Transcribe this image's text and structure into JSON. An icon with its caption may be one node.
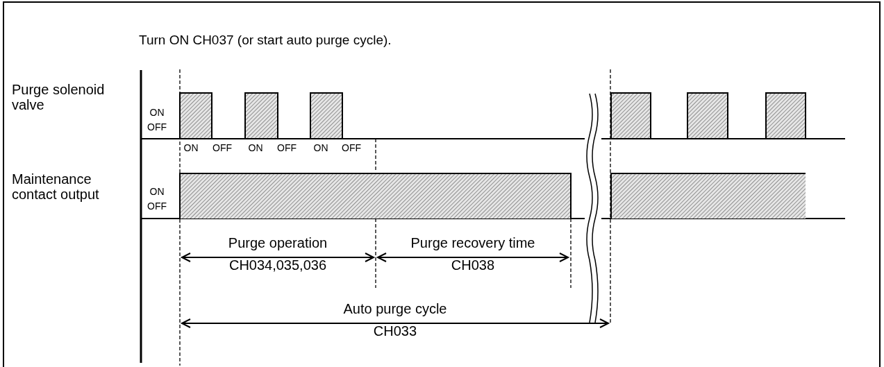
{
  "diagram": {
    "labels": [
      "Turn ON CH037 (or start auto purge cycle).",
      "Purge solenoid valve",
      "ON",
      "OFF",
      "ON",
      "OFF",
      "ON",
      "OFF",
      "ON",
      "OFF",
      "Maintenance contact output",
      "ON",
      "OFF",
      "Purge operation",
      "CH034,035,036",
      "Purge recovery time",
      "CH038",
      "Auto purge cycle",
      "CH033"
    ]
  }
}
